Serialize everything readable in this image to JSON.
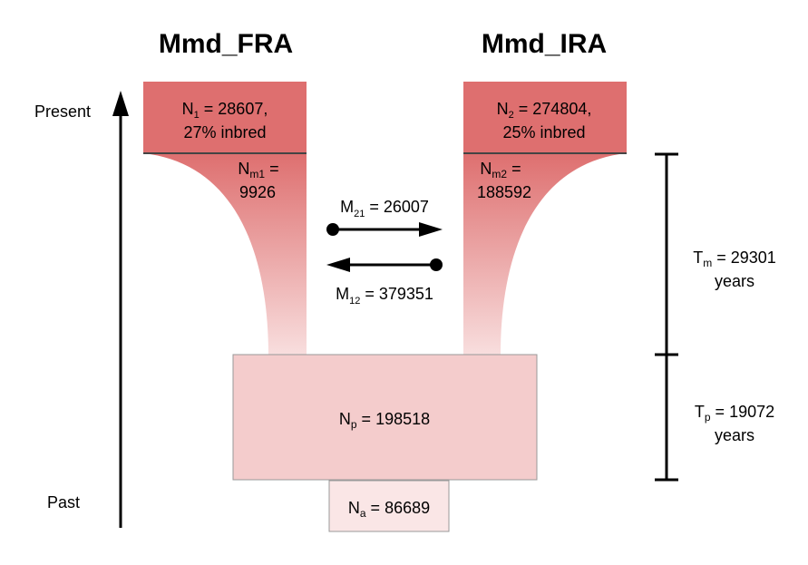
{
  "diagram": {
    "populations": {
      "left": {
        "name": "Mmd_FRA",
        "size": "28607,",
        "inbred": "27% inbred",
        "n_symbol": "N",
        "n_sub": "1",
        "nm_symbol": "N",
        "nm_sub": "m1",
        "nm_value": "9926"
      },
      "right": {
        "name": "Mmd_IRA",
        "size": "274804,",
        "inbred": "25% inbred",
        "n_symbol": "N",
        "n_sub": "2",
        "nm_symbol": "N",
        "nm_sub": "m2",
        "nm_value": "188592"
      }
    },
    "migration": {
      "m21": {
        "symbol": "M",
        "sub": "21",
        "value": "26007"
      },
      "m12": {
        "symbol": "M",
        "sub": "12",
        "value": "379351"
      }
    },
    "ancestral": {
      "np": {
        "symbol": "N",
        "sub": "p",
        "value": "198518"
      },
      "na": {
        "symbol": "N",
        "sub": "a",
        "value": "86689"
      }
    },
    "time_axis": {
      "present": "Present",
      "past": "Past"
    },
    "times": {
      "tm": {
        "symbol": "T",
        "sub": "m",
        "value": "29301",
        "unit": "years"
      },
      "tp": {
        "symbol": "T",
        "sub": "p",
        "value": "19072",
        "unit": "years"
      }
    },
    "colors": {
      "dark_red": "#de6f6f",
      "light_pink": "#f4cccc",
      "pale_pink": "#fae6e6",
      "border": "#999999",
      "line": "#000000"
    }
  }
}
